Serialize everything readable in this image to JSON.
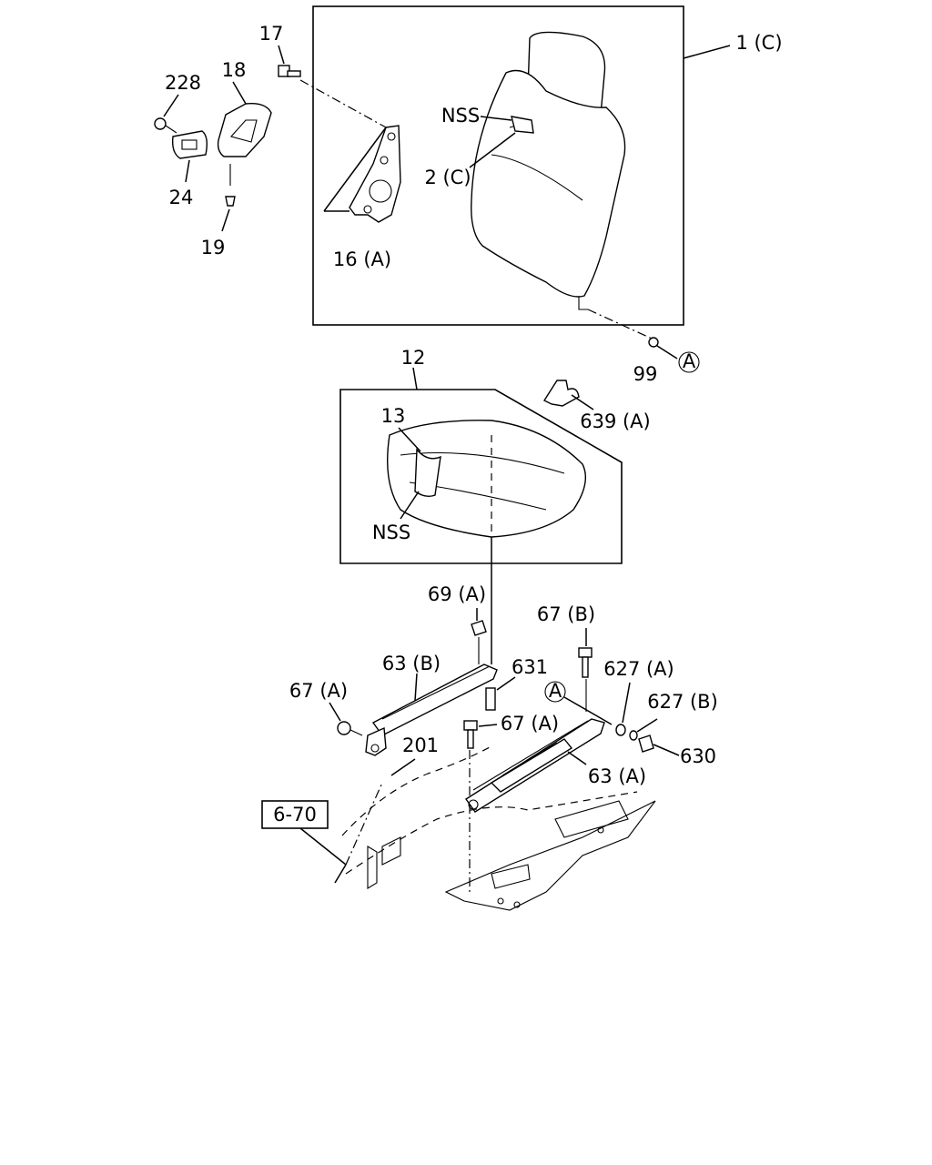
{
  "callouts": {
    "c17": "17",
    "c228": "228",
    "c18": "18",
    "c24": "24",
    "c19": "19",
    "c16a": "16 (A)",
    "c1c": "1 (C)",
    "nss_back": "NSS",
    "c2c": "2 (C)",
    "c99": "99",
    "ref_a_top": "A",
    "c12": "12",
    "c639a": "639 (A)",
    "c13": "13",
    "nss_cushion": "NSS",
    "c69a": "69 (A)",
    "c67b": "67 (B)",
    "c63b": "63 (B)",
    "c631": "631",
    "c627a": "627 (A)",
    "ref_a_bottom": "A",
    "c627b": "627 (B)",
    "c67a_left": "67 (A)",
    "c67a_mid": "67 (A)",
    "c630": "630",
    "c201": "201",
    "c63a": "63 (A)",
    "ref_6_70": "6-70"
  }
}
